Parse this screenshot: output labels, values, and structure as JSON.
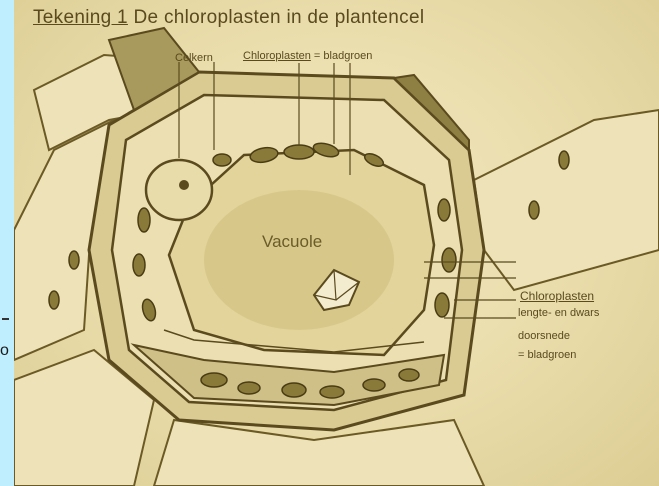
{
  "title_prefix": "Tekening 1",
  "title_rest": " De chloroplasten in de plantencel",
  "labels": {
    "celkern": "Celkern",
    "chloroplasten_top": "Chloroplasten",
    "bladgroen_top": " = bladgroen",
    "vacuole": "Vacuole",
    "chloroplasten_right": "Chloroplasten",
    "lengte": "lengte- en dwars",
    "doorsnede": "doorsnede",
    "bladgroen_right": "= bladgroen"
  },
  "edge_text": "o",
  "colors": {
    "ink": "#5a4a1e",
    "chloroplast": "#8a7a3a",
    "background": "#bfefff"
  }
}
